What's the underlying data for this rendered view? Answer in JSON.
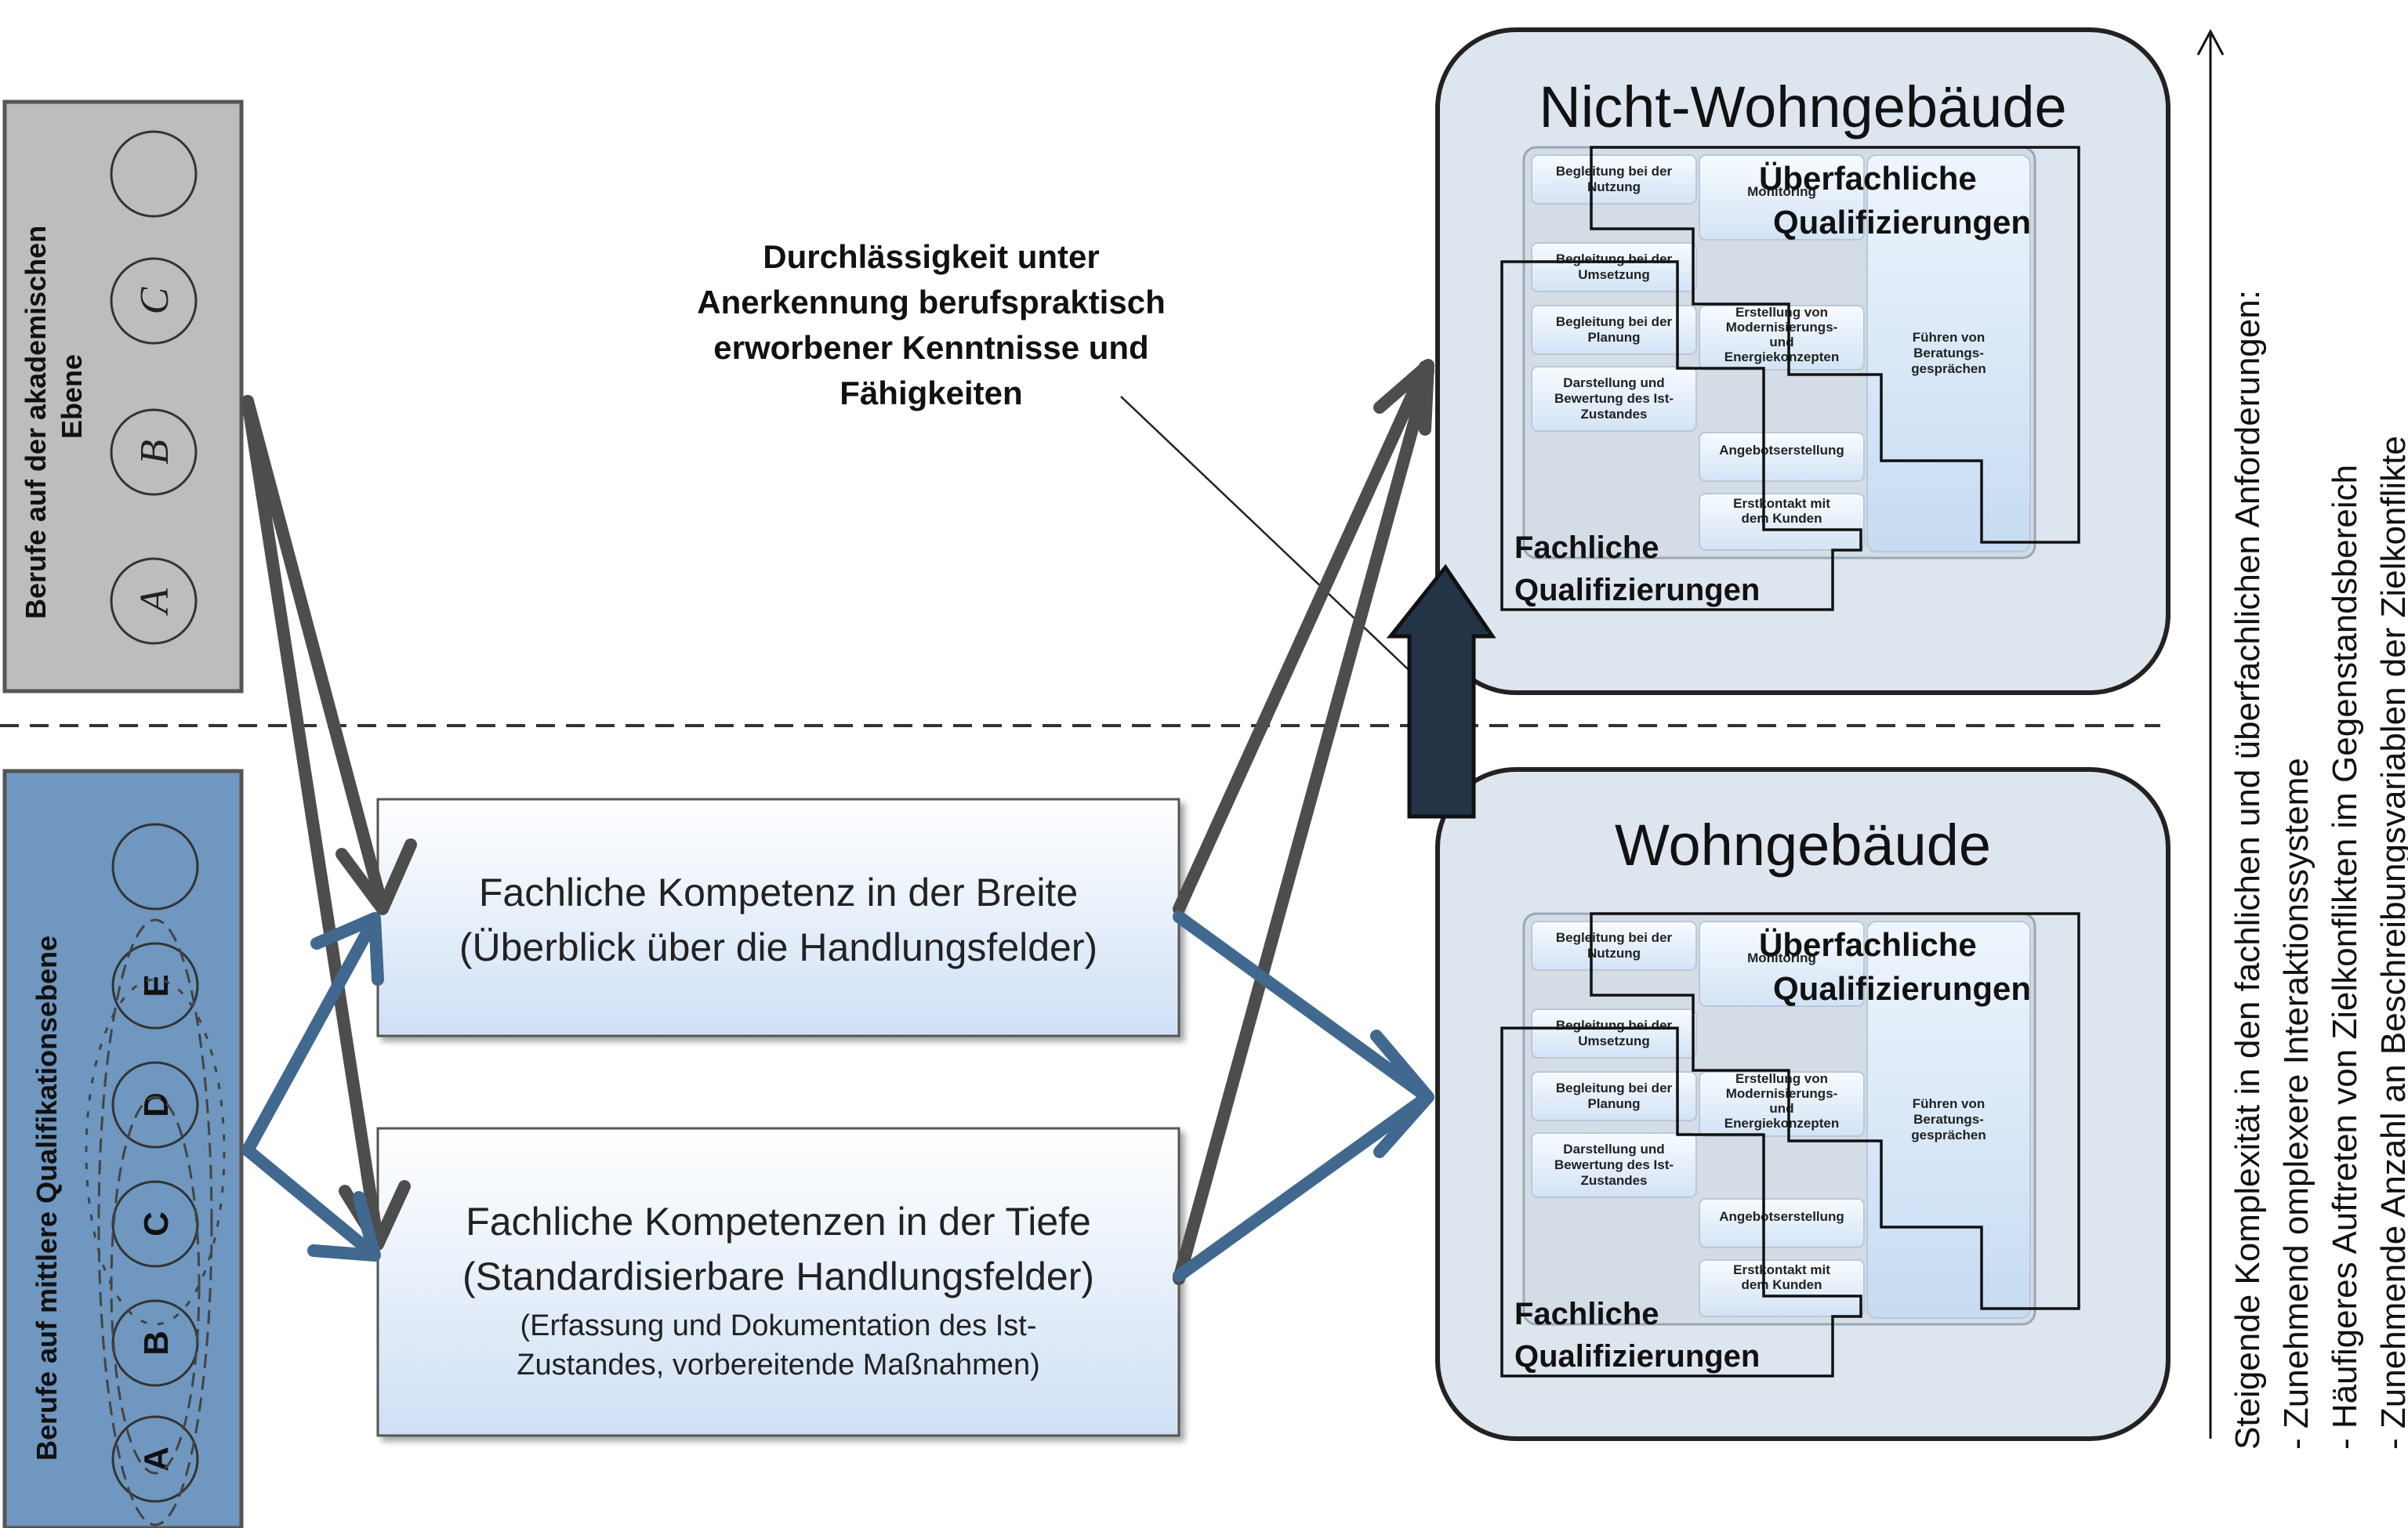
{
  "left_panels": {
    "academic": {
      "label_line1": "Berufe auf der akademischen",
      "label_line2": "Ebene",
      "circles": [
        "",
        "C",
        "B",
        "A"
      ]
    },
    "mid_level": {
      "label": "Berufe auf mittlere Qualifikationsebene",
      "circles": [
        "",
        "E",
        "D",
        "C",
        "B",
        "A"
      ]
    }
  },
  "competence_boxes": {
    "breadth": {
      "line1": "Fachliche Kompetenz in der Breite",
      "line2": "(Überblick über die Handlungsfelder)"
    },
    "depth": {
      "line1": "Fachliche Kompetenzen in der Tiefe",
      "line2": "(Standardisierbare Handlungsfelder)",
      "line3": "(Erfassung und Dokumentation  des Ist-",
      "line4": "Zustandes, vorbereitende Maßnahmen)"
    }
  },
  "callout": {
    "line1": "Durchlässigkeit unter",
    "line2": "Anerkennung berufspraktisch",
    "line3": "erworbener Kenntnisse und",
    "line4": "Fähigkeiten"
  },
  "buildings": [
    {
      "title": "Nicht-Wohngebäude",
      "ueberfachlich_line1": "Überfachliche",
      "ueberfachlich_line2": "Qualifizierungen",
      "fachlich_line1": "Fachliche",
      "fachlich_line2": "Qualifizierungen",
      "left_cards": [
        [
          "Begleitung bei der",
          "Nutzung"
        ],
        [
          "Begleitung bei der",
          "Umsetzung"
        ],
        [
          "Begleitung bei der",
          "Planung"
        ],
        [
          "Darstellung und",
          "Bewertung des Ist-",
          "Zustandes"
        ]
      ],
      "middle_cards": [
        [
          "Monitoring"
        ],
        [
          "Erstellung von",
          "Modernisierungs-",
          "und",
          "Energiekonzepten"
        ],
        [
          "Angebotserstellung"
        ],
        [
          "Erstkontakt mit",
          "dem Kunden"
        ]
      ],
      "right_card": [
        "Führen von",
        "Beratungs-",
        "gesprächen"
      ]
    },
    {
      "title": "Wohngebäude",
      "ueberfachlich_line1": "Überfachliche",
      "ueberfachlich_line2": "Qualifizierungen",
      "fachlich_line1": "Fachliche",
      "fachlich_line2": "Qualifizierungen",
      "left_cards": [
        [
          "Begleitung bei der",
          "Nutzung"
        ],
        [
          "Begleitung bei der",
          "Umsetzung"
        ],
        [
          "Begleitung bei der",
          "Planung"
        ],
        [
          "Darstellung und",
          "Bewertung des Ist-",
          "Zustandes"
        ]
      ],
      "middle_cards": [
        [
          "Monitoring"
        ],
        [
          "Erstellung von",
          "Modernisierungs-",
          "und",
          "Energiekonzepten"
        ],
        [
          "Angebotserstellung"
        ],
        [
          "Erstkontakt mit",
          "dem Kunden"
        ]
      ],
      "right_card": [
        "Führen von",
        "Beratungs-",
        "gesprächen"
      ]
    }
  ],
  "side_text": {
    "line1": "Steigende Komplexität in den fachlichen und überfachlichen Anforderungen:",
    "line2": "- Zunehmend omplexere Interaktionssysteme",
    "line3": "- Häufigeres Auftreten von Zielkonflikten im Gegenstandsbereich",
    "line4": "- Zunehmende Anzahl an Beschreibungsvariablen der Zielkonflikte"
  },
  "colors": {
    "academic_panel": "#bdbdbd",
    "mid_panel": "#6f97bf",
    "competence_box_top": "#ffffff",
    "competence_box_bottom": "#cfe0f5",
    "building_fill": "#dde5ee",
    "card_fill": "#e4eef9",
    "grey_arrow": "#4d4d4d",
    "blue_arrow": "#41688f",
    "up_arrow": "#243447"
  },
  "icons": [
    "arrow-up-icon"
  ]
}
